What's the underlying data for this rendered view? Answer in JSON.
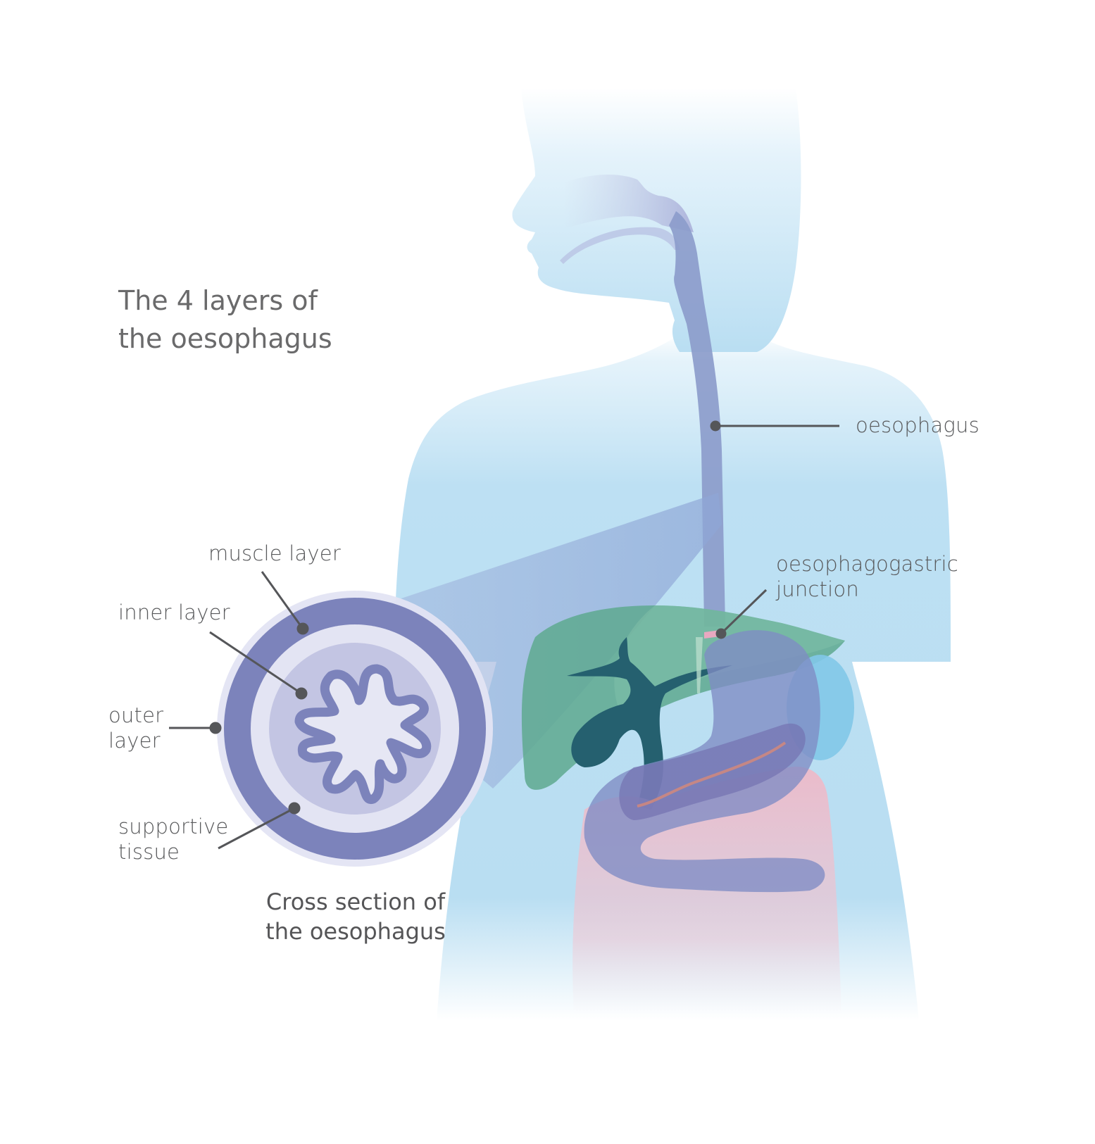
{
  "title": {
    "line1": "The 4 layers of",
    "line2": "the oesophagus"
  },
  "labels": {
    "oesophagus": "oesophagus",
    "junction_line1": "oesophagogastric",
    "junction_line2": "junction",
    "muscle_layer": "muscle layer",
    "inner_layer": "inner layer",
    "outer_layer_line1": "outer",
    "outer_layer_line2": "layer",
    "supportive_tissue_line1": "supportive",
    "supportive_tissue_line2": "tissue"
  },
  "caption": {
    "line1": "Cross section of",
    "line2": "the oesophagus"
  },
  "colors": {
    "body": "#b9def2",
    "oesophagus": "#8c9ccb",
    "muscle_layer": "#7c83bb",
    "supportive_tissue": "#e3e4f3",
    "inner_layer": "#c3c5e3",
    "lumen": "#e6e7f4",
    "liver": "#5ea98f",
    "bile_duct": "#25606f",
    "stomach": "#7f8cc4",
    "intestine": "#f0b7c6",
    "spleen": "#82c8e8",
    "junction_band": "#e8a8c0",
    "leader_line": "#555659",
    "text": "#58595b"
  }
}
